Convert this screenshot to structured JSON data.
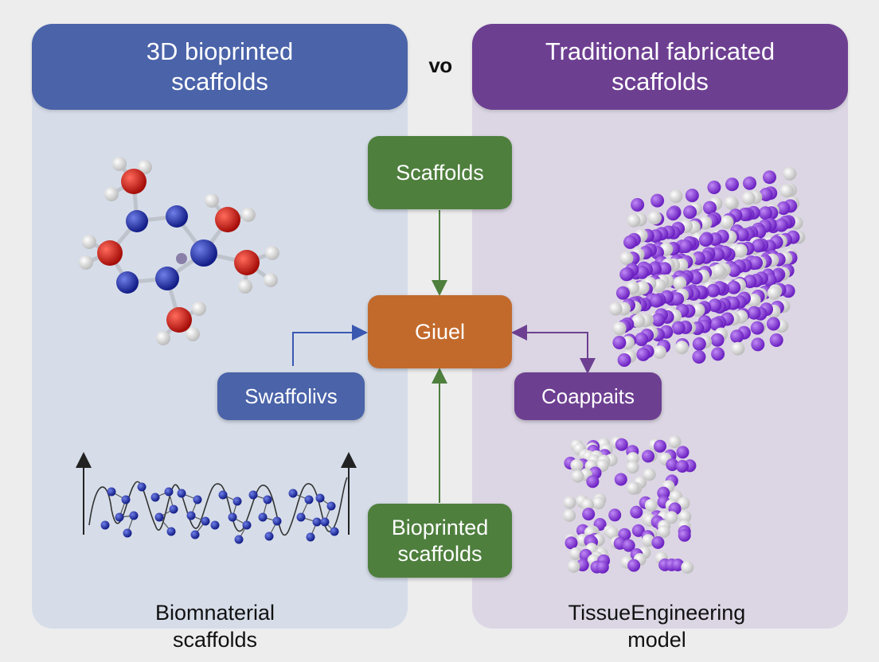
{
  "left_panel": {
    "title": "3D bioprinted\nscaffolds",
    "caption": "Biomnaterial\nscaffolds"
  },
  "right_panel": {
    "title": "Traditional fabricated\nscaffolds",
    "caption": "TissueEngineering\nmodel"
  },
  "vs_label": "vo",
  "nodes": {
    "top": "Scaffolds",
    "center": "Giuel",
    "bottom": "Bioprinted\nscaffolds",
    "left": "Swaffolivs",
    "right": "Coappaits"
  },
  "colors": {
    "blue_header": "#4a63a9",
    "purple_header": "#6d3f91",
    "green_node": "#4e7f3d",
    "orange_node": "#c26a2c",
    "atom_blue": "#1a2aa0",
    "atom_red": "#cc1c14",
    "atom_purple": "#8a3ad8",
    "atom_white": "#f2f2f2"
  }
}
